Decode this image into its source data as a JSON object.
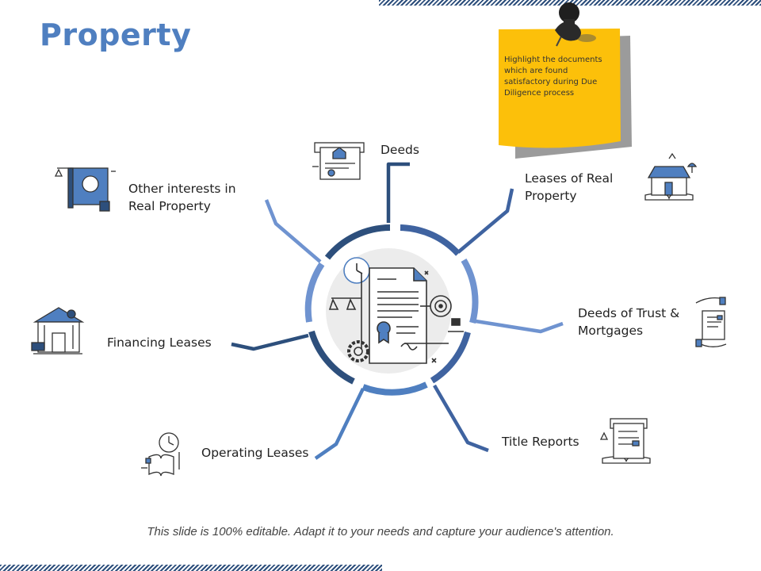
{
  "title": "Property",
  "note": {
    "text": "Highlight the documents which are found satisfactory during Due Diligence process",
    "color": "#fcc00a"
  },
  "items": [
    {
      "label": "Deeds",
      "icon": "certificate-icon"
    },
    {
      "label": "Leases of Real Property",
      "icon": "house-on-book-icon"
    },
    {
      "label": "Deeds of Trust & Mortgages",
      "icon": "hands-document-icon"
    },
    {
      "label": "Title Reports",
      "icon": "document-on-book-icon"
    },
    {
      "label": "Operating Leases",
      "icon": "clock-book-icon"
    },
    {
      "label": "Financing Leases",
      "icon": "bank-icon"
    },
    {
      "label": "Other interests in Real Property",
      "icon": "law-book-icon"
    }
  ],
  "footer": "This slide is 100% editable. Adapt it to your needs and capture your audience's attention.",
  "colors": {
    "accent": "#4f7fc0",
    "dark": "#2d4f7c"
  }
}
